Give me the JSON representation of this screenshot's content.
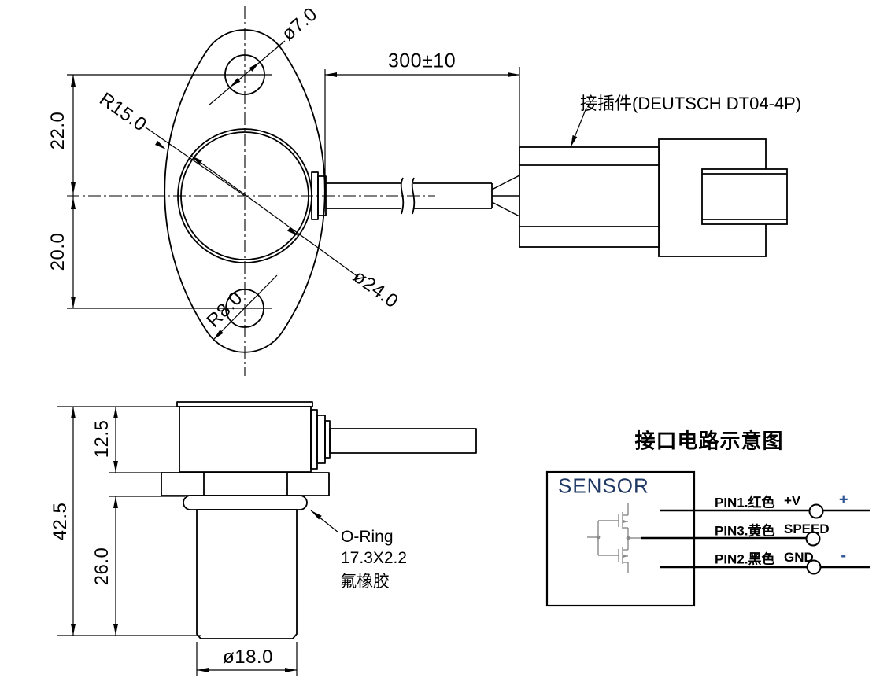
{
  "colors": {
    "line_black": "#000000",
    "fet_gray": "#8a8a8a",
    "terminal_navy": "#2f5496",
    "sensor_navy": "#1f3864"
  },
  "front_view": {
    "hole_diameter": "ø7.0",
    "flange_side_radius": "R15.0",
    "boss_diameter": "ø24.0",
    "end_radius": "R8.0",
    "hole_to_center": "22.0",
    "center_to_hole": "20.0",
    "cable_length": "300±10",
    "connector_label": "接插件(DEUTSCH DT04-4P)"
  },
  "side_view": {
    "total_height": "42.5",
    "head_height": "12.5",
    "thread_length": "26.0",
    "tip_diameter": "ø18.0",
    "oring": {
      "line1": "O-Ring",
      "line2": "17.3X2.2",
      "line3": "氟橡胶"
    }
  },
  "circuit": {
    "title": "接口电路示意图",
    "sensor_label": "SENSOR",
    "pins": [
      {
        "label": "PIN1.红色",
        "signal": "+V",
        "terminal": "+"
      },
      {
        "label": "PIN3.黄色",
        "signal": "SPEED",
        "terminal": ""
      },
      {
        "label": "PIN2.黑色",
        "signal": "GND",
        "terminal": "-"
      }
    ]
  }
}
